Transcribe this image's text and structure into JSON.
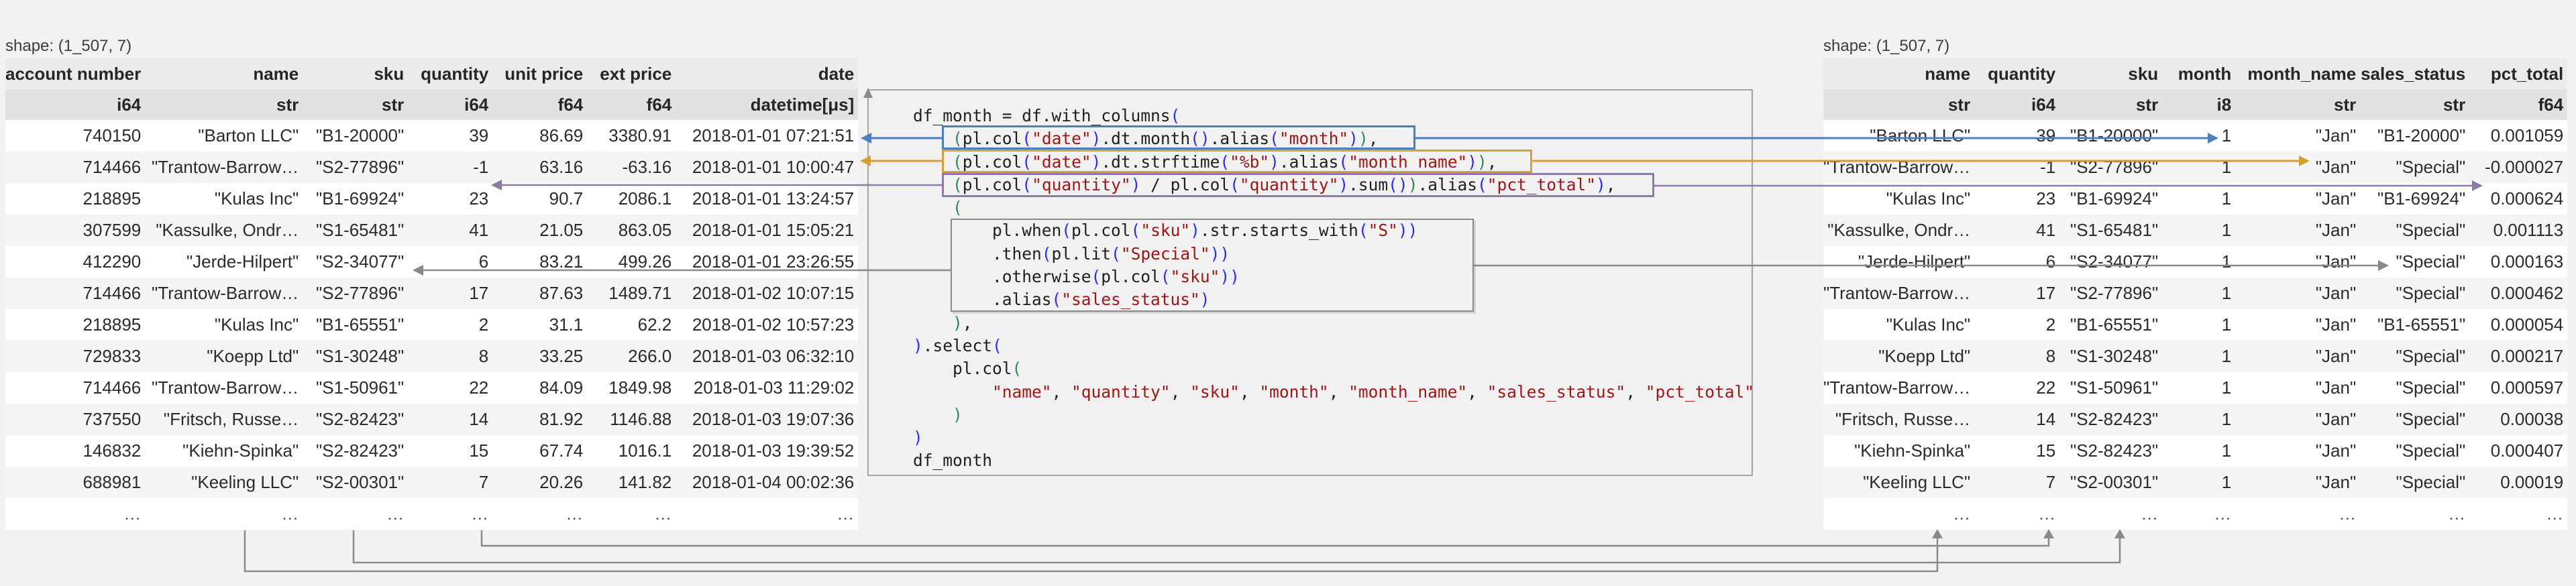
{
  "left_table": {
    "shape_label": "shape: (1_507, 7)",
    "columns": [
      "account number",
      "name",
      "sku",
      "quantity",
      "unit price",
      "ext price",
      "date"
    ],
    "dtypes": [
      "i64",
      "str",
      "str",
      "i64",
      "f64",
      "f64",
      "datetime[μs]"
    ],
    "rows": [
      [
        "740150",
        "\"Barton LLC\"",
        "\"B1-20000\"",
        "39",
        "86.69",
        "3380.91",
        "2018-01-01 07:21:51"
      ],
      [
        "714466",
        "\"Trantow-Barrow…",
        "\"S2-77896\"",
        "-1",
        "63.16",
        "-63.16",
        "2018-01-01 10:00:47"
      ],
      [
        "218895",
        "\"Kulas Inc\"",
        "\"B1-69924\"",
        "23",
        "90.7",
        "2086.1",
        "2018-01-01 13:24:57"
      ],
      [
        "307599",
        "\"Kassulke, Ondr…",
        "\"S1-65481\"",
        "41",
        "21.05",
        "863.05",
        "2018-01-01 15:05:21"
      ],
      [
        "412290",
        "\"Jerde-Hilpert\"",
        "\"S2-34077\"",
        "6",
        "83.21",
        "499.26",
        "2018-01-01 23:26:55"
      ],
      [
        "714466",
        "\"Trantow-Barrow…",
        "\"S2-77896\"",
        "17",
        "87.63",
        "1489.71",
        "2018-01-02 10:07:15"
      ],
      [
        "218895",
        "\"Kulas Inc\"",
        "\"B1-65551\"",
        "2",
        "31.1",
        "62.2",
        "2018-01-02 10:57:23"
      ],
      [
        "729833",
        "\"Koepp Ltd\"",
        "\"S1-30248\"",
        "8",
        "33.25",
        "266.0",
        "2018-01-03 06:32:10"
      ],
      [
        "714466",
        "\"Trantow-Barrow…",
        "\"S1-50961\"",
        "22",
        "84.09",
        "1849.98",
        "2018-01-03 11:29:02"
      ],
      [
        "737550",
        "\"Fritsch, Russe…",
        "\"S2-82423\"",
        "14",
        "81.92",
        "1146.88",
        "2018-01-03 19:07:36"
      ],
      [
        "146832",
        "\"Kiehn-Spinka\"",
        "\"S2-82423\"",
        "15",
        "67.74",
        "1016.1",
        "2018-01-03 19:39:52"
      ],
      [
        "688981",
        "\"Keeling LLC\"",
        "\"S2-00301\"",
        "7",
        "20.26",
        "141.82",
        "2018-01-04 00:02:36"
      ]
    ],
    "ellipsis_row": [
      "…",
      "…",
      "…",
      "…",
      "…",
      "…",
      "…"
    ]
  },
  "right_table": {
    "shape_label": "shape: (1_507, 7)",
    "columns": [
      "name",
      "quantity",
      "sku",
      "month",
      "month_name",
      "sales_status",
      "pct_total"
    ],
    "dtypes": [
      "str",
      "i64",
      "str",
      "i8",
      "str",
      "str",
      "f64"
    ],
    "rows": [
      [
        "\"Barton LLC\"",
        "39",
        "\"B1-20000\"",
        "1",
        "\"Jan\"",
        "\"B1-20000\"",
        "0.001059"
      ],
      [
        "\"Trantow-Barrow…",
        "-1",
        "\"S2-77896\"",
        "1",
        "\"Jan\"",
        "\"Special\"",
        "-0.000027"
      ],
      [
        "\"Kulas Inc\"",
        "23",
        "\"B1-69924\"",
        "1",
        "\"Jan\"",
        "\"B1-69924\"",
        "0.000624"
      ],
      [
        "\"Kassulke, Ondr…",
        "41",
        "\"S1-65481\"",
        "1",
        "\"Jan\"",
        "\"Special\"",
        "0.001113"
      ],
      [
        "\"Jerde-Hilpert\"",
        "6",
        "\"S2-34077\"",
        "1",
        "\"Jan\"",
        "\"Special\"",
        "0.000163"
      ],
      [
        "\"Trantow-Barrow…",
        "17",
        "\"S2-77896\"",
        "1",
        "\"Jan\"",
        "\"Special\"",
        "0.000462"
      ],
      [
        "\"Kulas Inc\"",
        "2",
        "\"B1-65551\"",
        "1",
        "\"Jan\"",
        "\"B1-65551\"",
        "0.000054"
      ],
      [
        "\"Koepp Ltd\"",
        "8",
        "\"S1-30248\"",
        "1",
        "\"Jan\"",
        "\"Special\"",
        "0.000217"
      ],
      [
        "\"Trantow-Barrow…",
        "22",
        "\"S1-50961\"",
        "1",
        "\"Jan\"",
        "\"Special\"",
        "0.000597"
      ],
      [
        "\"Fritsch, Russe…",
        "14",
        "\"S2-82423\"",
        "1",
        "\"Jan\"",
        "\"Special\"",
        "0.00038"
      ],
      [
        "\"Kiehn-Spinka\"",
        "15",
        "\"S2-82423\"",
        "1",
        "\"Jan\"",
        "\"Special\"",
        "0.000407"
      ],
      [
        "\"Keeling LLC\"",
        "7",
        "\"S2-00301\"",
        "1",
        "\"Jan\"",
        "\"Special\"",
        "0.00019"
      ]
    ],
    "ellipsis_row": [
      "…",
      "…",
      "…",
      "…",
      "…",
      "…",
      "…"
    ]
  },
  "code": {
    "lines": [
      {
        "segments": [
          [
            "c",
            "df_month = df.with_columns"
          ],
          [
            "b",
            "("
          ]
        ]
      },
      {
        "segments": [
          [
            "c",
            "    "
          ],
          [
            "g",
            "("
          ],
          [
            "c",
            "pl.col"
          ],
          [
            "b",
            "("
          ],
          [
            "s",
            "\"date\""
          ],
          [
            "b",
            ")"
          ],
          [
            "c",
            ".dt.month"
          ],
          [
            "b",
            "()"
          ],
          [
            "c",
            ".alias"
          ],
          [
            "b",
            "("
          ],
          [
            "s",
            "\"month\""
          ],
          [
            "b",
            ")"
          ],
          [
            "g",
            ")"
          ],
          [
            "c",
            ","
          ]
        ]
      },
      {
        "segments": [
          [
            "c",
            "    "
          ],
          [
            "g",
            "("
          ],
          [
            "c",
            "pl.col"
          ],
          [
            "b",
            "("
          ],
          [
            "s",
            "\"date\""
          ],
          [
            "b",
            ")"
          ],
          [
            "c",
            ".dt.strftime"
          ],
          [
            "b",
            "("
          ],
          [
            "s",
            "\"%b\""
          ],
          [
            "b",
            ")"
          ],
          [
            "c",
            ".alias"
          ],
          [
            "b",
            "("
          ],
          [
            "s",
            "\"month_name\""
          ],
          [
            "b",
            ")"
          ],
          [
            "g",
            ")"
          ],
          [
            "c",
            ","
          ]
        ]
      },
      {
        "segments": [
          [
            "c",
            "    "
          ],
          [
            "g",
            "("
          ],
          [
            "c",
            "pl.col"
          ],
          [
            "b",
            "("
          ],
          [
            "s",
            "\"quantity\""
          ],
          [
            "b",
            ")"
          ],
          [
            "c",
            " / pl.col"
          ],
          [
            "b",
            "("
          ],
          [
            "s",
            "\"quantity\""
          ],
          [
            "b",
            ")"
          ],
          [
            "c",
            ".sum"
          ],
          [
            "b",
            "()"
          ],
          [
            "g",
            ")"
          ],
          [
            "c",
            ".alias"
          ],
          [
            "b",
            "("
          ],
          [
            "s",
            "\"pct_total\""
          ],
          [
            "b",
            ")"
          ],
          [
            "c",
            ","
          ]
        ]
      },
      {
        "segments": [
          [
            "c",
            "    "
          ],
          [
            "g",
            "("
          ]
        ]
      },
      {
        "segments": [
          [
            "c",
            "        pl.when"
          ],
          [
            "b",
            "("
          ],
          [
            "c",
            "pl.col"
          ],
          [
            "b",
            "("
          ],
          [
            "s",
            "\"sku\""
          ],
          [
            "b",
            ")"
          ],
          [
            "c",
            ".str.starts_with"
          ],
          [
            "b",
            "("
          ],
          [
            "s",
            "\"S\""
          ],
          [
            "b",
            "))"
          ]
        ]
      },
      {
        "segments": [
          [
            "c",
            "        .then"
          ],
          [
            "b",
            "("
          ],
          [
            "c",
            "pl.lit"
          ],
          [
            "b",
            "("
          ],
          [
            "s",
            "\"Special\""
          ],
          [
            "b",
            "))"
          ]
        ]
      },
      {
        "segments": [
          [
            "c",
            "        .otherwise"
          ],
          [
            "b",
            "("
          ],
          [
            "c",
            "pl.col"
          ],
          [
            "b",
            "("
          ],
          [
            "s",
            "\"sku\""
          ],
          [
            "b",
            "))"
          ]
        ]
      },
      {
        "segments": [
          [
            "c",
            "        .alias"
          ],
          [
            "b",
            "("
          ],
          [
            "s",
            "\"sales_status\""
          ],
          [
            "b",
            ")"
          ]
        ]
      },
      {
        "segments": [
          [
            "c",
            "    "
          ],
          [
            "g",
            ")"
          ],
          [
            "c",
            ","
          ]
        ]
      },
      {
        "segments": [
          [
            "b",
            ")"
          ],
          [
            "c",
            ".select"
          ],
          [
            "b",
            "("
          ]
        ]
      },
      {
        "segments": [
          [
            "c",
            "    pl.col"
          ],
          [
            "g",
            "("
          ]
        ]
      },
      {
        "segments": [
          [
            "c",
            "        "
          ],
          [
            "s",
            "\"name\""
          ],
          [
            "c",
            ", "
          ],
          [
            "s",
            "\"quantity\""
          ],
          [
            "c",
            ", "
          ],
          [
            "s",
            "\"sku\""
          ],
          [
            "c",
            ", "
          ],
          [
            "s",
            "\"month\""
          ],
          [
            "c",
            ", "
          ],
          [
            "s",
            "\"month_name\""
          ],
          [
            "c",
            ", "
          ],
          [
            "s",
            "\"sales_status\""
          ],
          [
            "c",
            ", "
          ],
          [
            "s",
            "\"pct_total\""
          ]
        ]
      },
      {
        "segments": [
          [
            "c",
            "    "
          ],
          [
            "g",
            ")"
          ]
        ]
      },
      {
        "segments": [
          [
            "b",
            ")"
          ]
        ]
      },
      {
        "segments": [
          [
            "c",
            "df_month"
          ]
        ]
      }
    ]
  },
  "annotations": {
    "arrows": [
      {
        "id": "month",
        "color_key": "arrow_blue",
        "from": "date column (left)",
        "to": "month column (right)"
      },
      {
        "id": "month_name",
        "color_key": "arrow_orange",
        "from": "date column (left)",
        "to": "month_name column (right)"
      },
      {
        "id": "pct_total",
        "color_key": "arrow_purple",
        "from": "quantity column (left)",
        "to": "pct_total column (right)"
      },
      {
        "id": "sales_status",
        "color_key": "arrow_gray",
        "from": "sku column (left)",
        "to": "sales_status column (right)"
      },
      {
        "id": "name_passthrough",
        "color_key": "arrow_gray",
        "from": "name column (left)",
        "to": "name column (right)"
      },
      {
        "id": "quantity_passthrough",
        "color_key": "arrow_gray",
        "from": "quantity column (left)",
        "to": "quantity column (right)"
      },
      {
        "id": "sku_passthrough",
        "color_key": "arrow_gray",
        "from": "sku column (left)",
        "to": "sku column (right)"
      }
    ]
  },
  "colors": {
    "arrow_blue": "#4a7fc1",
    "arrow_orange": "#d9a02f",
    "arrow_purple": "#8d7aa8",
    "arrow_gray": "#8a8a8a",
    "string_red": "#a31515",
    "paren_blue": "#2d2dee",
    "paren_green": "#2e8b57",
    "page_bg": "#f2f2f2",
    "table_bg": "#ffffff",
    "header_bg": "#ebebeb",
    "dtype_bg": "#e2e2e2"
  }
}
